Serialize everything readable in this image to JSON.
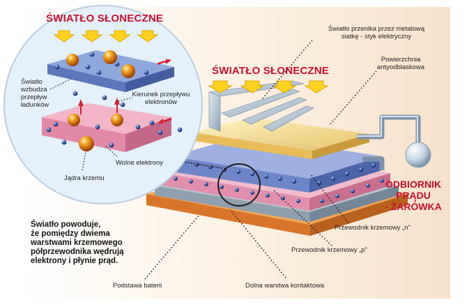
{
  "title_circle": "ŚWIATŁO SŁONECZNE",
  "title_main": "ŚWIATŁO SŁONECZNE",
  "labels": {
    "mesh_contact_l1": "Światło przenika przez metalową",
    "mesh_contact_l2": "siatkę - styk elektryczny",
    "antireflective_l1": "Powierzchnia",
    "antireflective_l2": "antyodblaskowa",
    "light_excites_l1": "Światło",
    "light_excites_l2": "wzbudza",
    "light_excites_l3": "przepływ",
    "light_excites_l4": "ładunków",
    "electron_flow_l1": "Kierunek przepływu",
    "electron_flow_l2": "elektronów",
    "free_electrons": "Wolne elektrony",
    "silicon_nuclei": "Jądra krzemu",
    "receiver_l1": "ODBIORNIK",
    "receiver_l2": "PRĄDU",
    "receiver_l3": "- ŻARÓWKA",
    "n_silicon": "Przewodnik krzemowy „n”",
    "p_silicon": "Przewodnik krzemowy „p”",
    "battery_base": "Podstawa baterii",
    "bottom_contact": "Dolna warstwa kontaktowa"
  },
  "description": {
    "l1": "Światło powoduje,",
    "l2": "że pomiędzy dwiema",
    "l3": "warstwami krzemowego",
    "l4": "półprzewodnika wędrują",
    "l5": "elektrony i płynie prąd."
  },
  "colors": {
    "title_red": "#c8102e",
    "arrow_yellow": "#ffd21f",
    "n_layer_blue": "#6e86c8",
    "p_layer_pink": "#e8a0b8",
    "top_glass": "#f4dc8c",
    "base_orange": "#e88a3a",
    "nucleus_orange": "#e8820e",
    "electron_blue": "#3c5aa8",
    "circle_bg": "#e4f0fa"
  }
}
